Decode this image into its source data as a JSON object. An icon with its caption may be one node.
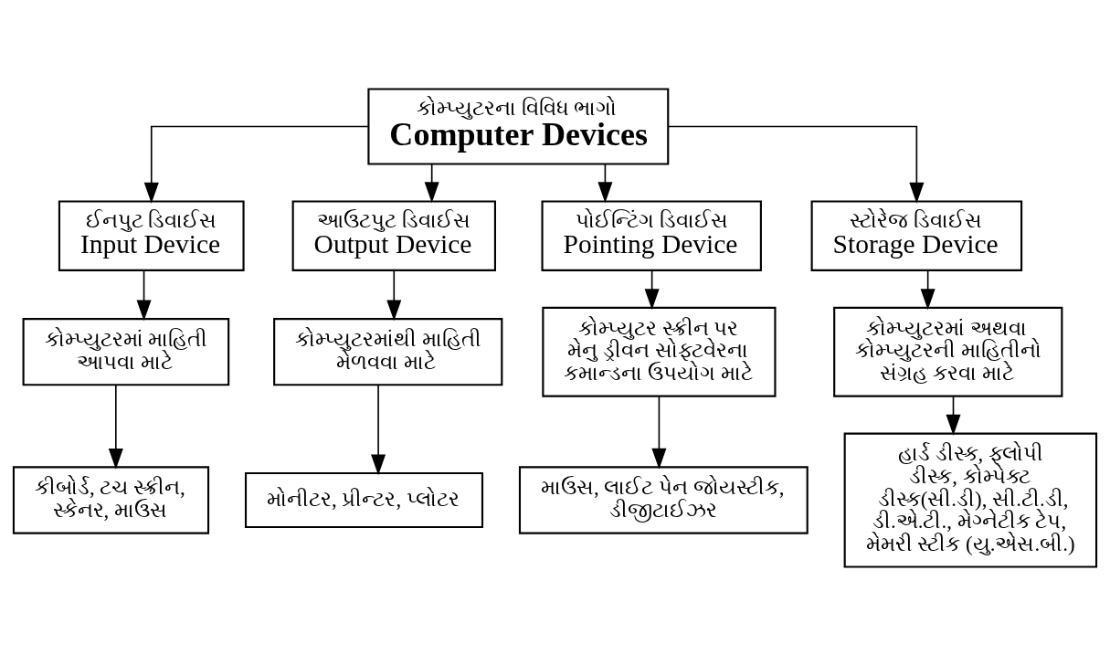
{
  "diagram": {
    "nodes": [
      {
        "text": [
          "કોમ્પ્યુટરના વિવિધ ભાગો",
          "Computer Devices"
        ]
      },
      {
        "text": [
          "ઈનપુટ ડિવાઈસ",
          "Input Device"
        ]
      },
      {
        "text": [
          "આઉટપુટ ડિવાઈસ",
          "Output Device"
        ]
      },
      {
        "text": [
          "પોઈન્ટિંગ ડિવાઈસ",
          "Pointing Device"
        ]
      },
      {
        "text": [
          "સ્ટોરેજ ડિવાઈસ",
          "Storage Device"
        ]
      },
      {
        "text": [
          "કોમ્પ્યુટરમાં માહિતી આપવા માટે"
        ]
      },
      {
        "text": [
          "કોમ્પ્યુટરમાંથી માહિતી મેળવવા માટે"
        ]
      },
      {
        "text": [
          "કોમ્પ્યુટર સ્ક્રીન પર મેનુ ડ્રીવન સોફ્ટવેરના કમાન્ડના ઉપયોગ માટે"
        ]
      },
      {
        "text": [
          "કોમ્પ્યુટરમાં અથવા કોમ્પ્યુટરની માહિતીનો સંગ્રહ કરવા માટે"
        ]
      },
      {
        "text": [
          "કીબોર્ડ, ટચ સ્ક્રીન, સ્કેનર, માઉસ"
        ]
      },
      {
        "text": [
          "મોનીટર, પ્રીન્ટર, પ્લોટર"
        ]
      },
      {
        "text": [
          "માઉસ, લાઈટ પેન જોયસ્ટીક, ડીજીટાઈઝર"
        ]
      },
      {
        "text": [
          "હાર્ડ ડીસ્ક, ફ્લોપી ડીસ્ક, કોમ્પેક્ટ ડીસ્ક(સી.ડી), સી.ટી.ડી, ડી.એ.ટી., મેગ્નેટીક ટેપ, મેમરી સ્ટીક (યુ.એસ.બી.)"
        ]
      }
    ],
    "edges": [
      {
        "from": 0,
        "to": 1,
        "arrow": "to"
      },
      {
        "from": 0,
        "to": 2,
        "arrow": "to"
      },
      {
        "from": 0,
        "to": 3,
        "arrow": "to"
      },
      {
        "from": 0,
        "to": 4,
        "arrow": "to"
      },
      {
        "from": 1,
        "to": 5,
        "arrow": "to"
      },
      {
        "from": 2,
        "to": 6,
        "arrow": "to"
      },
      {
        "from": 3,
        "to": 7,
        "arrow": "to"
      },
      {
        "from": 4,
        "to": 8,
        "arrow": "to"
      },
      {
        "from": 5,
        "to": 9,
        "arrow": "to"
      },
      {
        "from": 6,
        "to": 10,
        "arrow": "to"
      },
      {
        "from": 7,
        "to": 11,
        "arrow": "to"
      },
      {
        "from": 8,
        "to": 12,
        "arrow": "to"
      }
    ]
  }
}
